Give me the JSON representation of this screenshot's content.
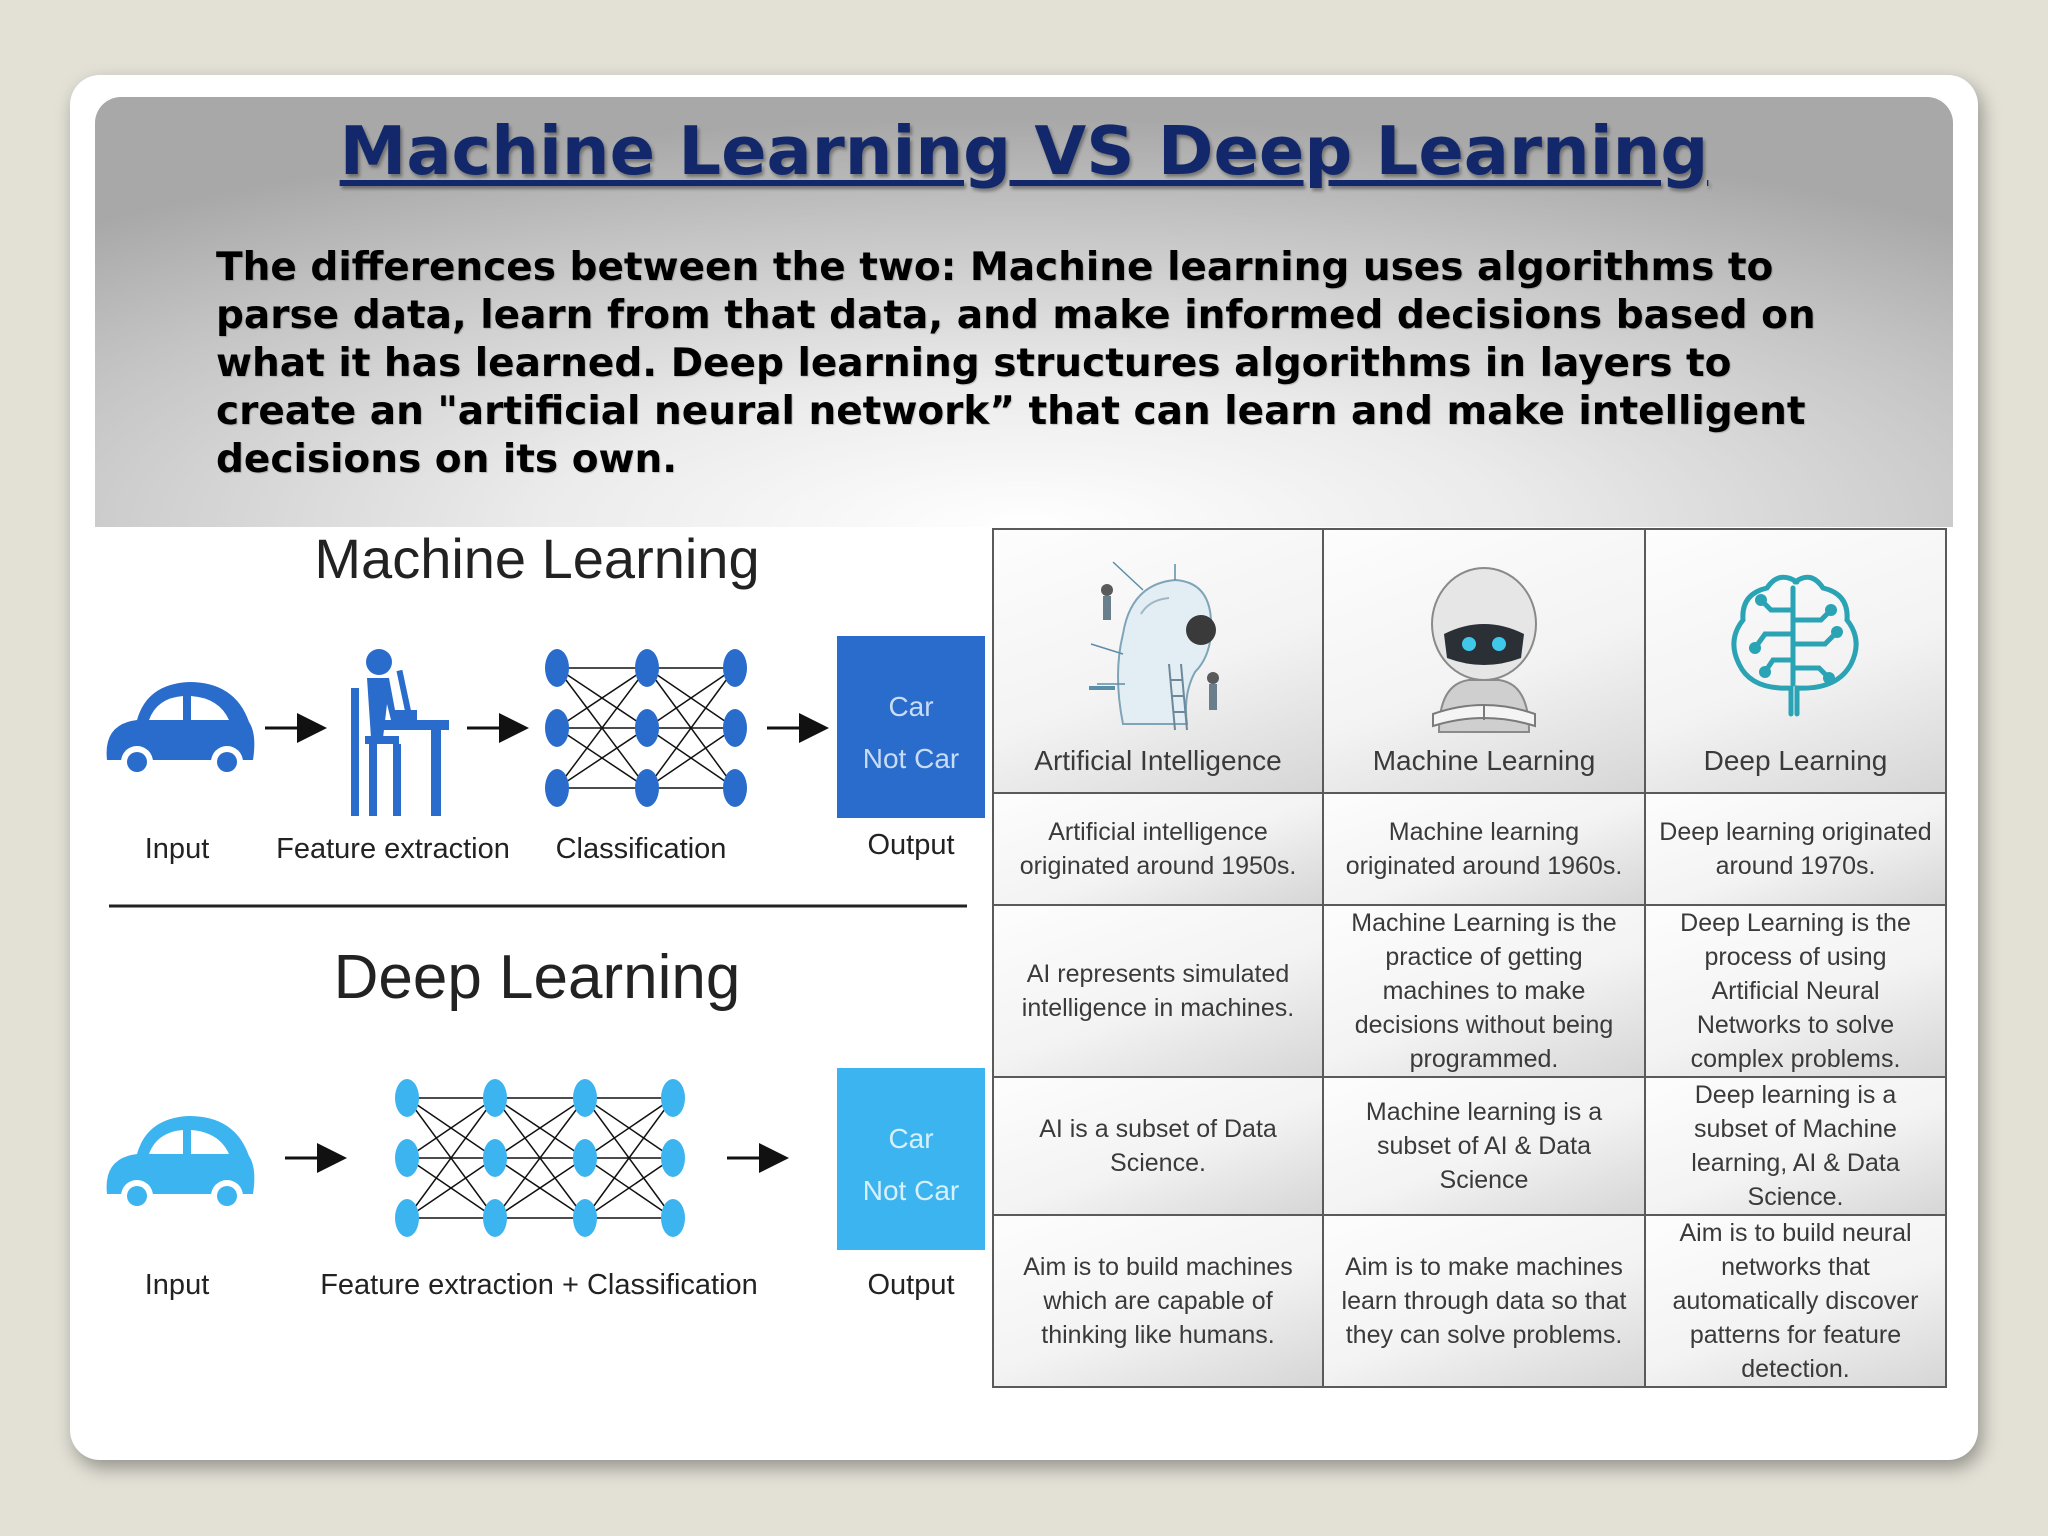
{
  "slide": {
    "title": "Machine Learning VS  Deep Learning",
    "body": "The differences between the two: Machine learning uses algorithms to parse data, learn from that data, and make informed decisions based on what it has learned. Deep learning structures algorithms in layers to create an \"artificial neural network” that can learn and make intelligent decisions on its own."
  },
  "diagram": {
    "ml": {
      "title": "Machine Learning",
      "labels": {
        "input": "Input",
        "feature": "Feature extraction",
        "classification": "Classification",
        "output": "Output"
      },
      "output_box": {
        "line1": "Car",
        "line2": "Not Car"
      }
    },
    "dl": {
      "title": "Deep Learning",
      "labels": {
        "input": "Input",
        "combined": "Feature extraction + Classification",
        "output": "Output"
      },
      "output_box": {
        "line1": "Car",
        "line2": "Not Car"
      }
    },
    "colors": {
      "ml_blue": "#2a6ccc",
      "dl_blue": "#3cb4ef"
    }
  },
  "comparison": {
    "headers": [
      {
        "label": "Artificial Intelligence",
        "icon": "ai-head-icon"
      },
      {
        "label": "Machine Learning",
        "icon": "robot-reading-icon"
      },
      {
        "label": "Deep Learning",
        "icon": "circuit-brain-icon"
      }
    ],
    "rows": [
      [
        "Artificial intelligence originated around 1950s.",
        "Machine learning originated around 1960s.",
        "Deep learning originated around 1970s."
      ],
      [
        "AI represents simulated intelligence in machines.",
        "Machine Learning is the practice of getting machines to make decisions without being programmed.",
        "Deep Learning is the process of using Artificial Neural Networks to solve complex problems."
      ],
      [
        "AI is a subset of Data Science.",
        "Machine learning is a subset of AI & Data Science",
        "Deep learning is a subset of Machine learning, AI & Data Science."
      ],
      [
        "Aim is to build machines which are capable of thinking like humans.",
        "Aim is to make machines learn through data so that they can solve problems.",
        "Aim is to build neural networks that automatically discover patterns for feature detection."
      ]
    ]
  }
}
